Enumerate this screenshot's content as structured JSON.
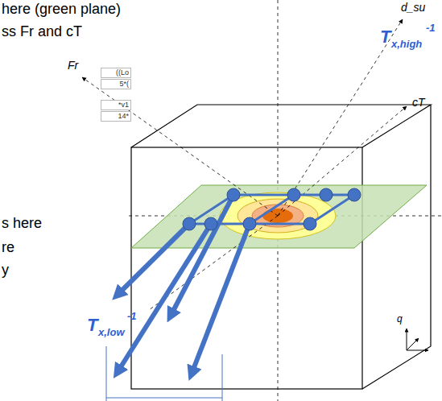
{
  "diagram": {
    "nodes": [
      {
        "text": [
          "((Lo"
        ]
      },
      {
        "text": [
          "5*("
        ]
      },
      {
        "text": [
          "*v1"
        ]
      },
      {
        "text": [
          "14*"
        ]
      }
    ],
    "labels": [
      "here (green plane)",
      "ss Fr and cT",
      "Fr",
      "d_su",
      "T",
      "x,high",
      "-1",
      "cT",
      "T",
      "x,low",
      "-1",
      "s here",
      "re",
      "y",
      "q"
    ]
  }
}
